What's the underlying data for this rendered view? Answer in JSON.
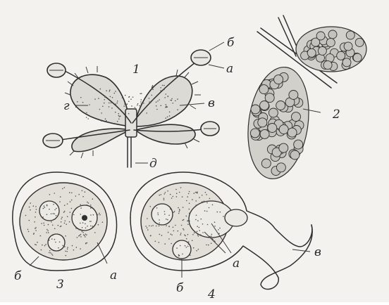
{
  "figure": {
    "labels": {
      "fig1_num": "1",
      "fig1_b": "б",
      "fig1_a": "а",
      "fig1_g": "г",
      "fig1_v": "в",
      "fig1_d": "д",
      "fig2_num": "2",
      "fig3_num": "3",
      "fig3_b": "б",
      "fig3_a": "а",
      "fig4_num": "4",
      "fig4_b": "б",
      "fig4_a": "а",
      "fig4_v": "в"
    }
  }
}
